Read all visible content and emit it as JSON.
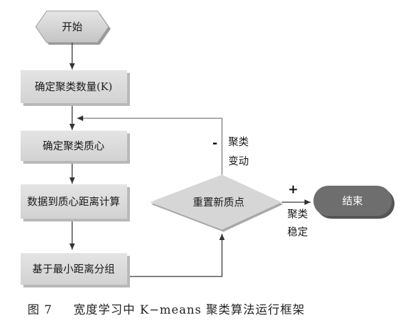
{
  "nodes": {
    "start": "开始",
    "set_k": "确定聚类数量(K)",
    "set_centroids": "确定聚类质心",
    "distance": "数据到质心距离计算",
    "group": "基于最小距离分组",
    "decision": "重置新质点",
    "end": "结束"
  },
  "edges": {
    "changed_sign": "-",
    "changed_line1": "聚类",
    "changed_line2": "变动",
    "stable_sign": "+",
    "stable_line1": "聚类",
    "stable_line2": "稳定"
  },
  "caption": {
    "figure": "图 7",
    "title": "宽度学习中 K−means 聚类算法运行框架"
  },
  "colors": {
    "box_fill": "#dcdcdc",
    "box_shadow": "#bdbdbd",
    "end_fill": "#6e6e6e",
    "line": "#333333"
  }
}
